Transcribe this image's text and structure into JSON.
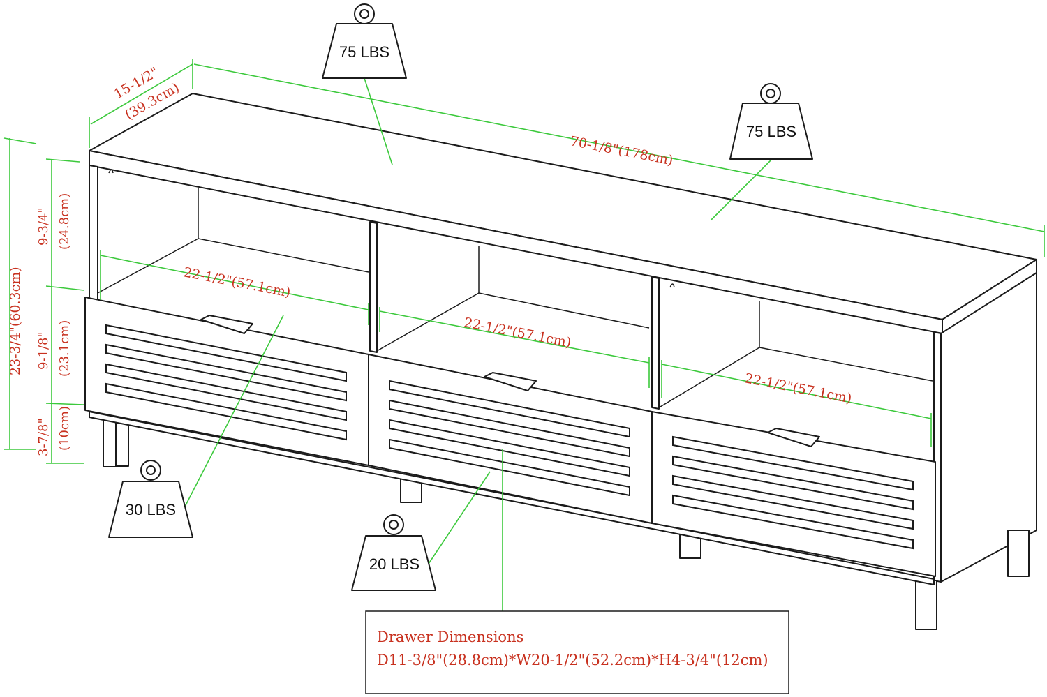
{
  "dimensions": {
    "depth_in": "15-1/2\"",
    "depth_cm": "(39.3cm)",
    "width": "70-1/8\"(178cm)",
    "total_height_in": "23-3/4\"(60.3cm)",
    "upper_height_in": "9-3/4\"",
    "upper_height_cm": "(24.8cm)",
    "drawer_height_in": "9-1/8\"",
    "drawer_height_cm": "(23.1cm)",
    "leg_height_in": "3-7/8\"",
    "leg_height_cm": "(10cm)",
    "compartment_left": "22-1/2\"(57.1cm)",
    "compartment_center": "22-1/2\"(57.1cm)",
    "compartment_right": "22-1/2\"(57.1cm)"
  },
  "weights": {
    "top_left": "75 LBS",
    "top_right": "75 LBS",
    "drawer_left": "30 LBS",
    "drawer_center": "20 LBS"
  },
  "drawer_note": {
    "title": "Drawer Dimensions",
    "spec": "D11-3/8\"(28.8cm)*W20-1/2\"(52.2cm)*H4-3/4\"(12cm)"
  },
  "colors": {
    "dimension_lines": "#3cc93c",
    "dimension_text": "#c8311f",
    "outline": "#1b1b1b"
  },
  "icons": [
    "weight-icon"
  ]
}
